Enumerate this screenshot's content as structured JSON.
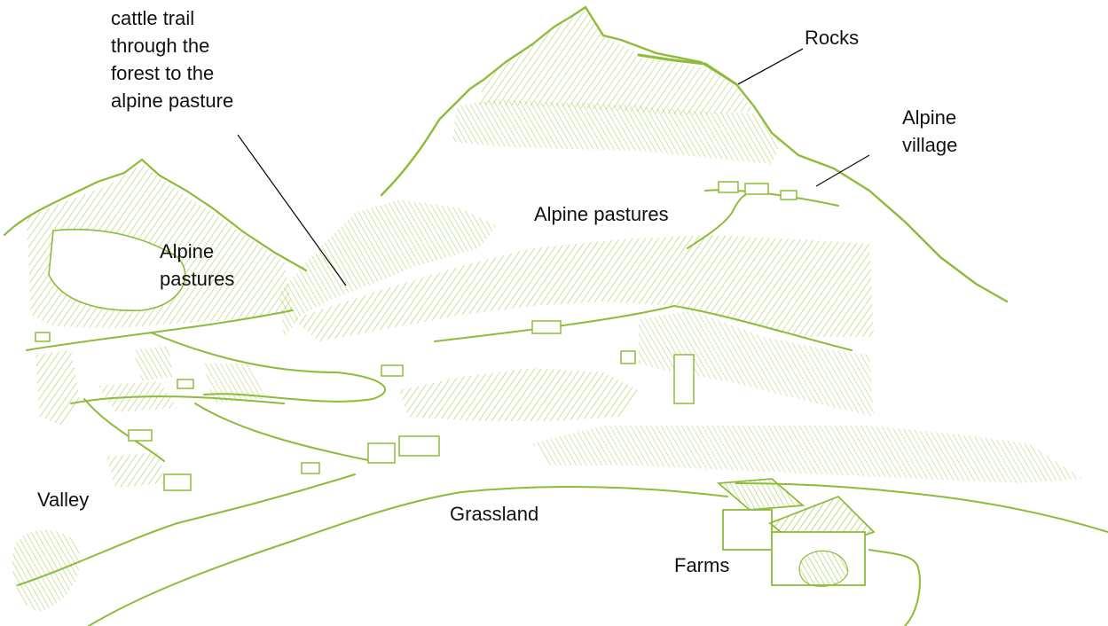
{
  "labels": {
    "cattle_trail": "cattle trail\nthrough the\nforest to the\nalpine pasture",
    "rocks": "Rocks",
    "alpine_village": "Alpine\nvillage",
    "alpine_pastures_upper": "Alpine pastures",
    "alpine_pastures_left": "Alpine\npastures",
    "valley": "Valley",
    "grassland": "Grassland",
    "farms": "Farms"
  },
  "colors": {
    "line_green": "#8dbb3a",
    "hatch_green": "#9cc74c",
    "text": "#111111",
    "leader": "#111111"
  }
}
